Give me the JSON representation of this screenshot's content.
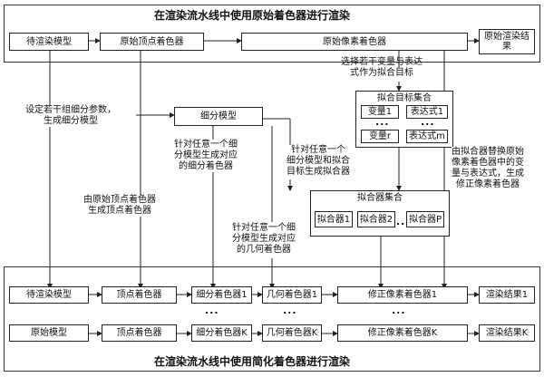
{
  "top_title": "在渲染流水线中使用原始着色器进行渲染",
  "bottom_title": "在渲染流水线中使用简化着色器进行渲染",
  "top_row": {
    "input_model": "待渲染模型",
    "vertex_shader": "原始顶点着色器",
    "pixel_shader": "原始像素着色器",
    "result": "原始渲染结果"
  },
  "subdiv_box": "细分模型",
  "fit_targets": {
    "title": "拟合目标集合",
    "var1": "变量1",
    "expr1": "表达式1",
    "ellipsis": "...",
    "varr": "变量r",
    "exprm": "表达式m"
  },
  "fitters": {
    "title": "拟合器集合",
    "f1": "拟合器1",
    "f2": "拟合器2",
    "dots": "...",
    "fp": "拟合器P"
  },
  "notes": {
    "select_targets": "选择若干变量与表达\n式作为拟合目标",
    "set_params": "设定若干组细分参数，\n生成细分模型",
    "gen_subdiv_shader": "针对任意一个细\n分模型生成对应\n的细分着色器",
    "gen_fitter": "针对任意一个\n细分模型和拟合\n目标生成拟合器",
    "gen_vertex": "由原始顶点着色器\n生成顶点着色器",
    "gen_geometry": "针对任意一个细\n分模型生成对应\n的几何着色器",
    "gen_modified": "由拟合器替换原始\n像素着色器中的变\n量与表达式，生成\n修正像素着色器"
  },
  "row1": {
    "model": "待渲染模型",
    "vertex": "顶点着色器",
    "subdiv": "细分着色器1",
    "geom": "几何着色器1",
    "pixel": "修正像素着色器1",
    "result": "渲染结果1"
  },
  "rowk": {
    "model": "原始模型",
    "vertex": "顶点着色器",
    "subdiv": "细分着色器K",
    "geom": "几何着色器K",
    "pixel": "修正像素着色器K",
    "result": "渲染结果K"
  },
  "row_dots": "..."
}
